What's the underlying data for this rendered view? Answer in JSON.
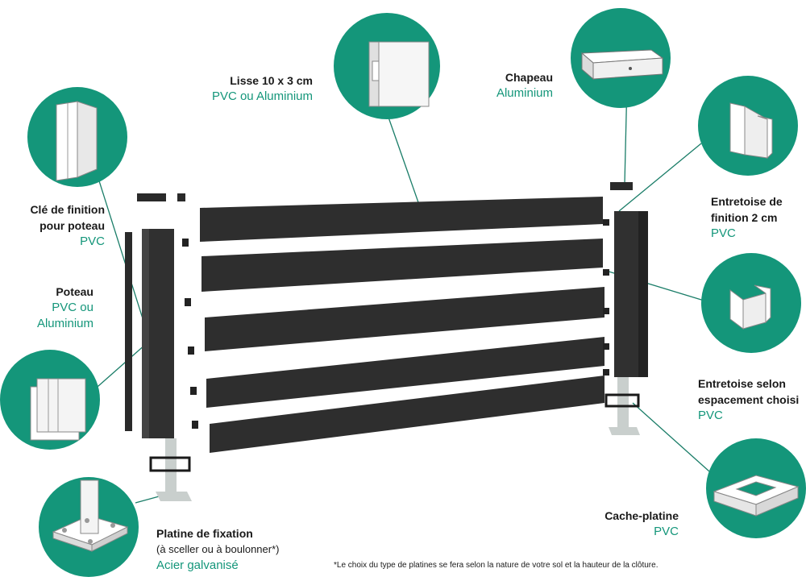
{
  "labels": {
    "cle": {
      "name_line1": "Clé de finition",
      "name_line2": "pour poteau",
      "material": "PVC"
    },
    "poteau": {
      "name": "Poteau",
      "material_line1": "PVC ou",
      "material_line2": "Aluminium"
    },
    "lisse": {
      "name": "Lisse 10 x 3 cm",
      "material": "PVC ou Aluminium"
    },
    "chapeau": {
      "name": "Chapeau",
      "material": "Aluminium"
    },
    "entretoise_finition": {
      "name_line1": "Entretoise de",
      "name_line2": "finition 2 cm",
      "material": "PVC"
    },
    "entretoise_espacement": {
      "name_line1": "Entretoise selon",
      "name_line2": "espacement choisi",
      "material": "PVC"
    },
    "cache_platine": {
      "name": "Cache-platine",
      "material": "PVC"
    },
    "platine": {
      "name": "Platine de fixation",
      "note": "(à sceller ou à boulonner*)",
      "material": "Acier galvanisé"
    }
  },
  "footnote": "*Le choix du type de platines se fera selon la nature de votre sol et la hauteur de la clôture.",
  "colors": {
    "circle_teal": "#14967a",
    "material_text": "#14967a",
    "panel_dark": "#2e2e2e",
    "bracket_metal": "#c9cfcd"
  }
}
